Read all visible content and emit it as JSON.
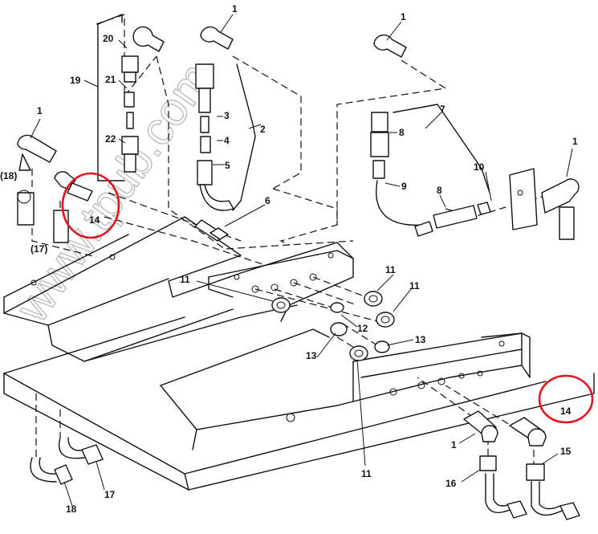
{
  "diagram": {
    "watermark": "www.tpub.com",
    "labels": {
      "l1_top_center": "1",
      "l1_top_right": "1",
      "l1_left": "1",
      "l1_right": "1",
      "l1_bottom": "1",
      "l2": "2",
      "l3": "3",
      "l4": "4",
      "l5": "5",
      "l6": "6",
      "l7": "7",
      "l8_upper": "8",
      "l8_lower": "8",
      "l9": "9",
      "l10": "10",
      "l11_a": "11",
      "l11_b": "11",
      "l11_c": "11",
      "l11_d": "11",
      "l12": "12",
      "l13_a": "13",
      "l13_b": "13",
      "l14_left": "14",
      "l14_right": "14",
      "l15": "15",
      "l16": "16",
      "l17_upper": "(17)",
      "l17_lower": "17",
      "l18_upper": "(18)",
      "l18_lower": "18",
      "l19": "19",
      "l20": "20",
      "l21": "21",
      "l22": "22"
    },
    "highlight_color": "#e0141c",
    "line_color": "#111111",
    "watermark_color": "#b9b9b9"
  }
}
